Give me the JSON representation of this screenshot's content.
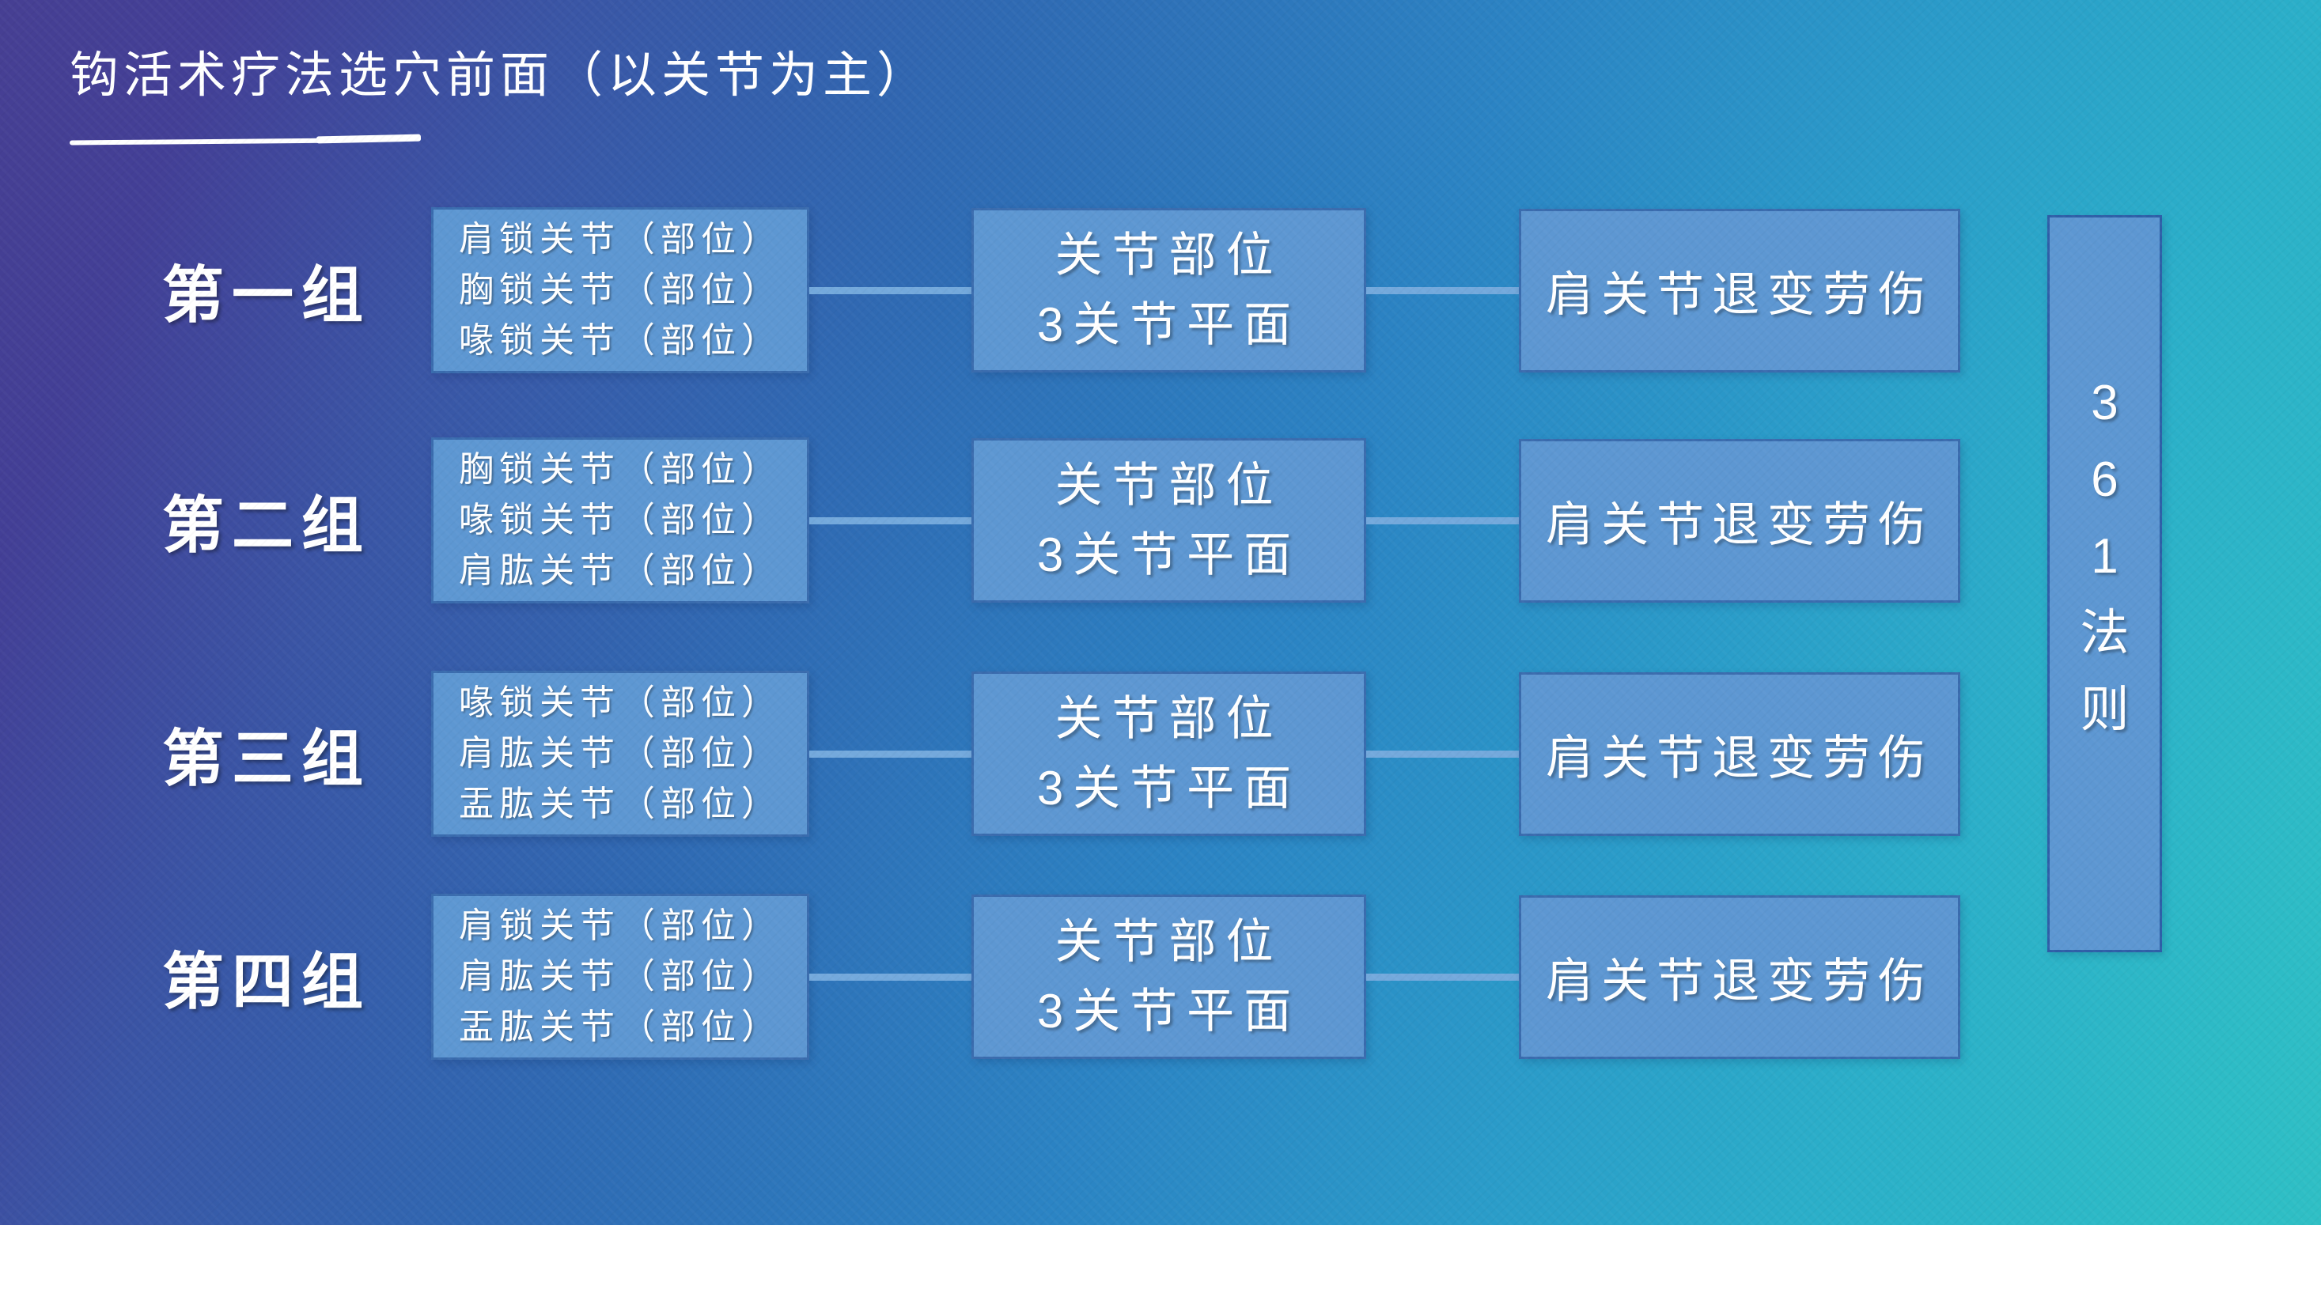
{
  "slide": {
    "title": "钩活术疗法选穴前面（以关节为主）",
    "colors": {
      "bg_top_left": "#463F93",
      "bg_middle": "#2B84C4",
      "bg_bottom_right": "#2FBFC5",
      "box_fill": "#5D97D2",
      "box_border": "#3A6CAE",
      "connector": "#74A9DC",
      "text": "#FFFFFF"
    },
    "rows": [
      {
        "label": "第一组",
        "joints": [
          "肩锁关节（部位）",
          "胸锁关节（部位）",
          "喙锁关节（部位）"
        ],
        "middle": [
          "关节部位",
          "3关节平面"
        ],
        "right": "肩关节退变劳伤"
      },
      {
        "label": "第二组",
        "joints": [
          "胸锁关节（部位）",
          "喙锁关节（部位）",
          "肩肱关节（部位）"
        ],
        "middle": [
          "关节部位",
          "3关节平面"
        ],
        "right": "肩关节退变劳伤"
      },
      {
        "label": "第三组",
        "joints": [
          "喙锁关节（部位）",
          "肩肱关节（部位）",
          "盂肱关节（部位）"
        ],
        "middle": [
          "关节部位",
          "3关节平面"
        ],
        "right": "肩关节退变劳伤"
      },
      {
        "label": "第四组",
        "joints": [
          "肩锁关节（部位）",
          "肩肱关节（部位）",
          "盂肱关节（部位）"
        ],
        "middle": [
          "关节部位",
          "3关节平面"
        ],
        "right": "肩关节退变劳伤"
      }
    ],
    "side_rule": {
      "text": "361法则",
      "chars": [
        "3",
        "6",
        "1",
        "法",
        "则"
      ]
    }
  }
}
